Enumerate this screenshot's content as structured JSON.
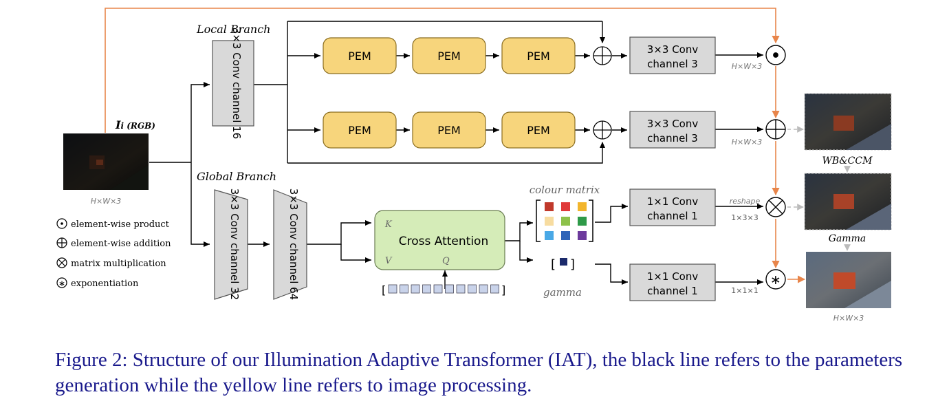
{
  "labels": {
    "local_branch": "Local Branch",
    "global_branch": "Global Branch",
    "input_main": "I",
    "input_sub": "i (RGB)",
    "dims_input": "H×W×3",
    "dims_out_top": "H×W×3",
    "dims_out_mid": "H×W×3",
    "dims_reshape_out": "1×3×3",
    "dims_gamma_out": "1×1×1",
    "dims_final": "H×W×3",
    "reshape": "reshape",
    "wb_ccm": "WB&CCM",
    "gamma_img": "Gamma",
    "colour_matrix": "colour matrix",
    "gamma": "gamma"
  },
  "blocks": {
    "local_conv": "3×3 Conv channel 16",
    "global_conv1": "3×3 Conv channel 32",
    "global_conv2": "3×3 Conv channel 64",
    "pem": "PEM",
    "conv3_top_l1": "3×3 Conv",
    "conv3_top_l2": "channel 3",
    "conv3_mid_l1": "3×3 Conv",
    "conv3_mid_l2": "channel 3",
    "conv1_top_l1": "1×1 Conv",
    "conv1_top_l2": "channel 1",
    "conv1_bot_l1": "1×1 Conv",
    "conv1_bot_l2": "channel 1",
    "cross_attention": "Cross Attention",
    "k": "K",
    "v": "V",
    "q": "Q"
  },
  "legend": [
    {
      "icon": "element-wise-product-icon",
      "label": "element-wise product"
    },
    {
      "icon": "element-wise-addition-icon",
      "label": "element-wise addition"
    },
    {
      "icon": "matrix-multiplication-icon",
      "label": "matrix multiplication"
    },
    {
      "icon": "exponentiation-icon",
      "label": "exponentiation"
    }
  ],
  "colours": {
    "pem_fill": "#f7d57c",
    "pem_stroke": "#8a6d20",
    "conv_fill": "#d9d9d9",
    "attention_fill": "#d5ecb8",
    "orange_line": "#e8854a",
    "caption_text": "#1a1a8c",
    "matrix_cells": [
      "#c0392b",
      "#e03a3a",
      "#f2b52c",
      "#f7dca0",
      "#8dc14a",
      "#2e9a48",
      "#49a8e6",
      "#2f64b8",
      "#6c3a9c"
    ],
    "gamma_cell": "#1b2a6b",
    "query_token": "#c9d3ea"
  },
  "caption": "Figure 2: Structure of our Illumination Adaptive Transformer (IAT), the black line refers to the parameters generation while the yellow line refers to image processing."
}
